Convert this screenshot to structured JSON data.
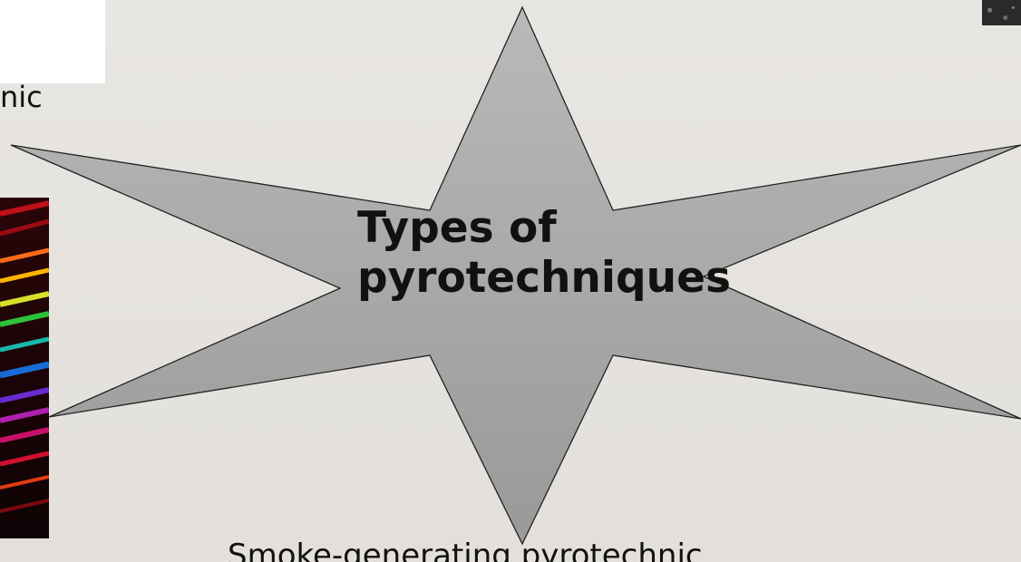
{
  "slide": {
    "fragment_text": "nic",
    "star_title_line1": "Types of",
    "star_title_line2": "pyrotechniques",
    "bottom_text": "Smoke-generating pyrotechnic"
  },
  "colors": {
    "background": "#e6e3df",
    "star_fill_top": "#b7b7b7",
    "star_fill_bottom": "#9a9a9a",
    "star_stroke": "#222222",
    "text": "#111111"
  },
  "icons": {
    "photo_left": "laser-light-photo",
    "photo_right": "dark-photo-fragment"
  }
}
